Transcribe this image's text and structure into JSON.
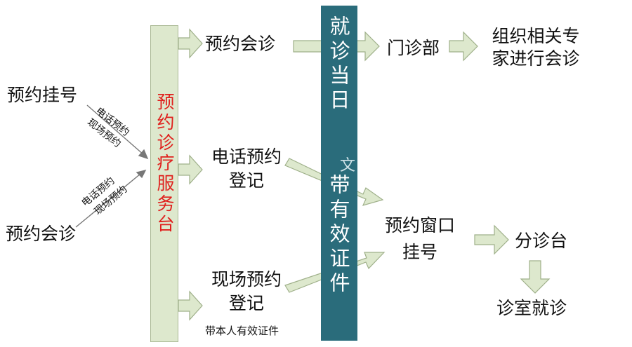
{
  "left": {
    "appointment_registration": "预约挂号",
    "appointment_consultation": "预约会诊",
    "upper_diag_label_1": "电话预约",
    "upper_diag_label_2": "现场预约",
    "lower_diag_label_1": "电话预约",
    "lower_diag_label_2": "现场预约"
  },
  "service_desk": "预约诊疗服务台",
  "middle": {
    "consultation": "预约会诊",
    "phone_line1": "电话预约",
    "phone_line2": "登记",
    "onsite_line1": "现场预约",
    "onsite_line2": "登记",
    "onsite_note": "带本人有效证件"
  },
  "teal_bar": {
    "top_text": "就诊当日",
    "bottom_text": "带有效证件",
    "faint_char": "文"
  },
  "right": {
    "outpatient": "门诊部",
    "organize_line1": "组织相关专",
    "organize_line2": "家进行会诊",
    "window_line1": "预约窗口",
    "window_line2": "挂号",
    "triage": "分诊台",
    "clinic": "诊室就诊"
  },
  "colors": {
    "arrow_fill": "#dde8cd",
    "arrow_stroke": "#9fb08a",
    "teal": "#2a6c7b",
    "service_text": "#e0201d"
  }
}
